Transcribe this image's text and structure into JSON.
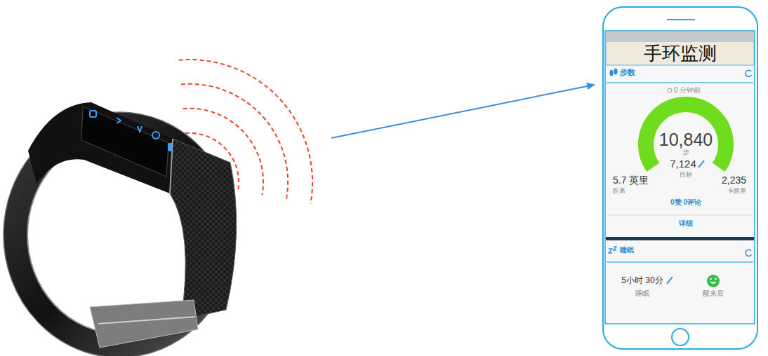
{
  "diagram": {
    "nodes": [
      {
        "text": [
          "手环监测"
        ]
      },
      {
        "text": [
          "步数",
          "0 分钟前",
          "10,840",
          "步",
          "5.7 英里",
          "距离",
          "7,124",
          "目标",
          "2,235",
          "卡路里",
          "0赞 0评论",
          "详细"
        ]
      },
      {
        "text": [
          "睡眠",
          "5小时 30分",
          "睡眠",
          "醒来后"
        ]
      }
    ]
  }
}
